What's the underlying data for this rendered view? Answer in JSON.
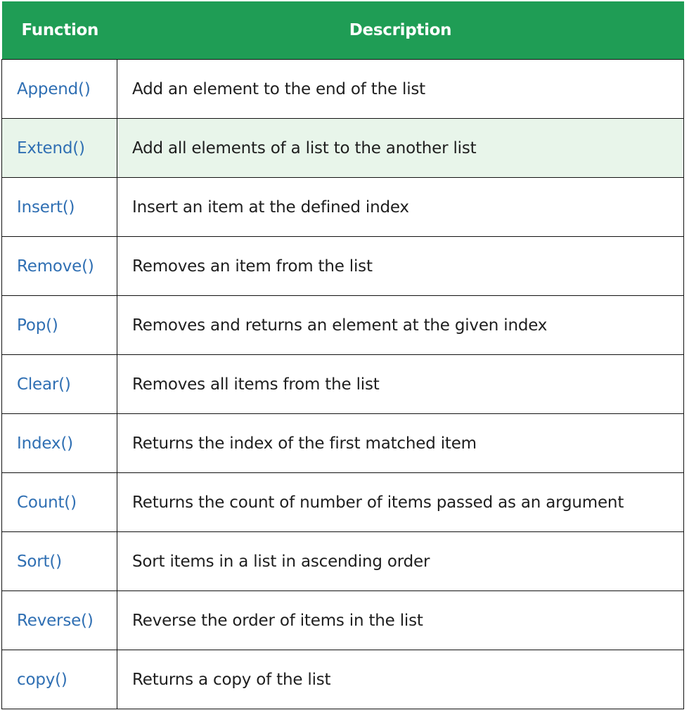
{
  "table": {
    "headers": [
      "Function",
      "Description"
    ],
    "rows": [
      {
        "function": "Append()",
        "description": "Add an element to the end of the list"
      },
      {
        "function": "Extend()",
        "description": "Add all elements of a list to the another list"
      },
      {
        "function": "Insert()",
        "description": "Insert an item at the defined index"
      },
      {
        "function": "Remove()",
        "description": "Removes an item from the list"
      },
      {
        "function": "Pop()",
        "description": "Removes and returns an element at the given index"
      },
      {
        "function": "Clear()",
        "description": "Removes all items from the list"
      },
      {
        "function": "Index()",
        "description": "Returns the index of the first matched item"
      },
      {
        "function": "Count()",
        "description": "Returns the count of number of items passed as an argument"
      },
      {
        "function": "Sort()",
        "description": "Sort items in a list in ascending order"
      },
      {
        "function": "Reverse()",
        "description": "Reverse the order of items in the list"
      },
      {
        "function": "copy()",
        "description": "Returns a copy of the list"
      }
    ]
  },
  "colors": {
    "header_bg": "#1f9d55",
    "header_text": "#ffffff",
    "function_text": "#2f6fb3",
    "highlight_row_bg": "#e8f5ea",
    "border": "#111111"
  }
}
